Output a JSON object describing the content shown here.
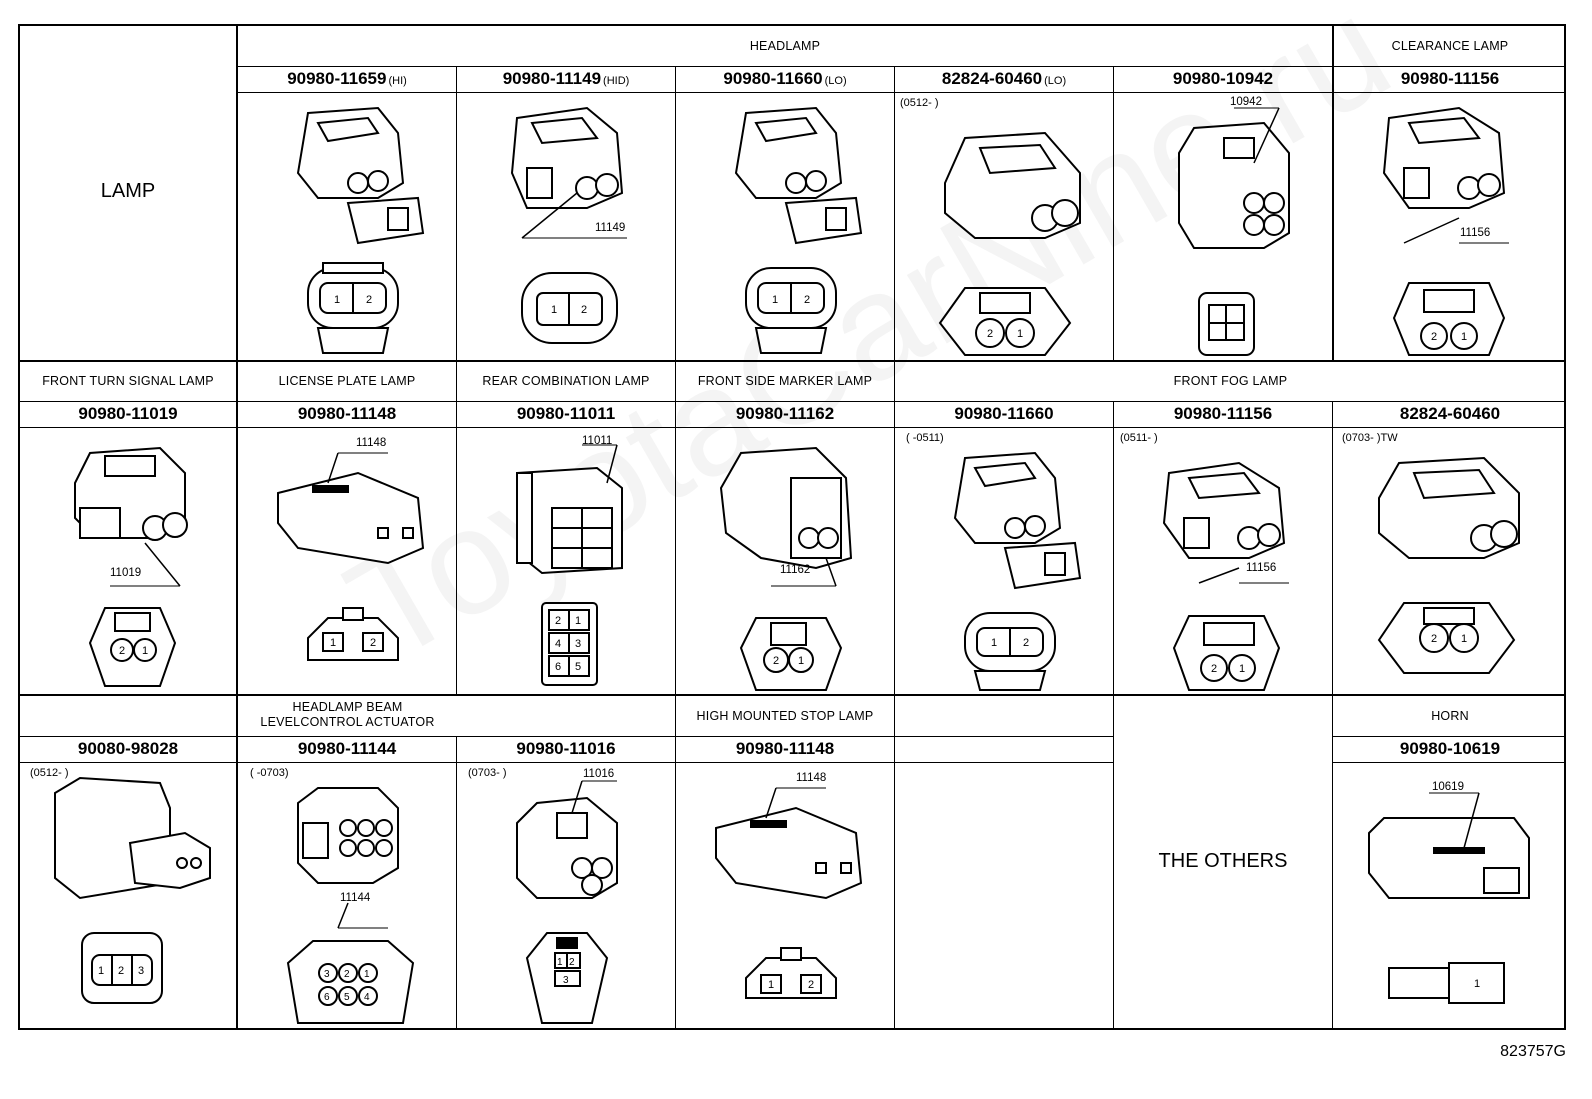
{
  "watermark": "ToyotaCarNine.ru",
  "figure_id": "823757G",
  "row1": {
    "lamp_label": "LAMP",
    "headlamp_title": "HEADLAMP",
    "clearance_title": "CLEARANCE LAMP",
    "parts": [
      {
        "number": "90980-11659",
        "suffix": "(HI)",
        "note": "",
        "callout": ""
      },
      {
        "number": "90980-11149",
        "suffix": "(HID)",
        "note": "",
        "callout": "11149"
      },
      {
        "number": "90980-11660",
        "suffix": "(LO)",
        "note": "",
        "callout": ""
      },
      {
        "number": "82824-60460",
        "suffix": "(LO)",
        "note": "(0512-     )",
        "callout": ""
      },
      {
        "number": "90980-10942",
        "suffix": "",
        "note": "",
        "callout": "10942"
      },
      {
        "number": "90980-11156",
        "suffix": "",
        "note": "",
        "callout": "11156"
      }
    ]
  },
  "row2": {
    "titles": [
      "FRONT TURN SIGNAL LAMP",
      "LICENSE PLATE LAMP",
      "REAR COMBINATION LAMP",
      "FRONT SIDE MARKER LAMP",
      "FRONT FOG LAMP"
    ],
    "parts": [
      {
        "number": "90980-11019",
        "note": "",
        "callout": "11019"
      },
      {
        "number": "90980-11148",
        "note": "",
        "callout": "11148"
      },
      {
        "number": "90980-11011",
        "note": "",
        "callout": "11011"
      },
      {
        "number": "90980-11162",
        "note": "",
        "callout": "11162"
      },
      {
        "number": "90980-11660",
        "note": "(     -0511)",
        "callout": ""
      },
      {
        "number": "90980-11156",
        "note": "(0511-     )",
        "callout": "11156"
      },
      {
        "number": "82824-60460",
        "note": "(0703-     )TW",
        "callout": ""
      }
    ]
  },
  "row3": {
    "beam_title": "HEADLAMP BEAM",
    "beam_title2": "LEVELCONTROL ACTUATOR",
    "stop_title": "HIGH MOUNTED STOP LAMP",
    "horn_title": "HORN",
    "others_label": "THE OTHERS",
    "parts": [
      {
        "number": "90080-98028",
        "note": "(0512-     )",
        "callout": ""
      },
      {
        "number": "90980-11144",
        "note": "(     -0703)",
        "callout": "11144"
      },
      {
        "number": "90980-11016",
        "note": "(0703-     )",
        "callout": "11016"
      },
      {
        "number": "90980-11148",
        "note": "",
        "callout": "11148"
      },
      {
        "number": "90980-10619",
        "note": "",
        "callout": "10619"
      }
    ]
  },
  "pins": {
    "p1": "1",
    "p2": "2",
    "p3": "3",
    "p4": "4",
    "p5": "5",
    "p6": "6"
  }
}
